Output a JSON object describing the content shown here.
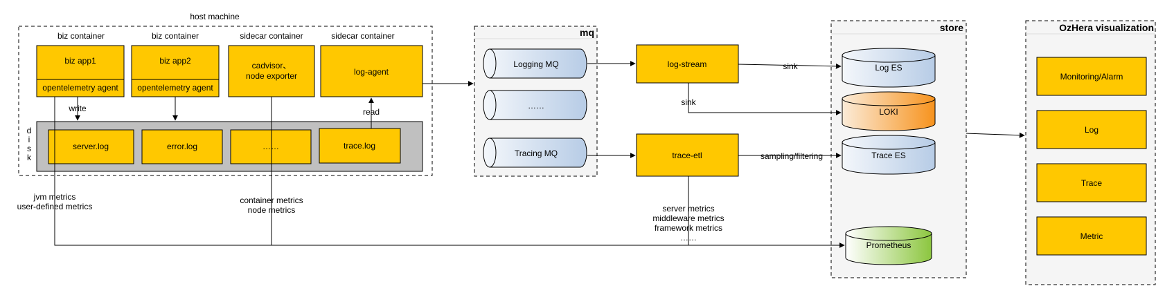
{
  "host": {
    "title": "host machine",
    "containers": [
      {
        "label": "biz container",
        "app": "biz app1",
        "agent": "opentelemetry agent"
      },
      {
        "label": "biz container",
        "app": "biz app2",
        "agent": "opentelemetry agent"
      },
      {
        "label": "sidecar container",
        "app_line1": "cadvisor、",
        "app_line2": "node exporter"
      },
      {
        "label": "sidecar container",
        "app": "log-agent"
      }
    ],
    "disk_label": [
      "d",
      "i",
      "s",
      "k"
    ],
    "disk_files": [
      "server.log",
      "error.log",
      "……",
      "trace.log"
    ],
    "write_label": "write",
    "read_label": "read"
  },
  "mq": {
    "title": "mq",
    "queues": [
      "Logging MQ",
      "……",
      "Tracing MQ"
    ]
  },
  "processors": {
    "log_stream": "log-stream",
    "trace_etl": "trace-etl"
  },
  "edge_labels": {
    "sink1": "sink",
    "sink2": "sink",
    "sampling": "sampling/filtering",
    "jvm": [
      "jvm metrics",
      "user-defined metrics"
    ],
    "container": [
      "container metrics",
      "node metrics"
    ],
    "server": [
      "server metrics",
      "middleware metrics",
      "framework metrics",
      "……"
    ]
  },
  "store": {
    "title": "store",
    "items": [
      "Log ES",
      "LOKI",
      "Trace ES",
      "Prometheus"
    ],
    "colors": {
      "es": "#C9D8EC",
      "loki": "#F7931E",
      "prometheus": "#8CC63F"
    }
  },
  "viz": {
    "title": "OzHera visualization",
    "items": [
      "Monitoring/Alarm",
      "Log",
      "Trace",
      "Metric"
    ]
  },
  "colors": {
    "box": "#FFC800",
    "disk": "#C0C0C0"
  }
}
